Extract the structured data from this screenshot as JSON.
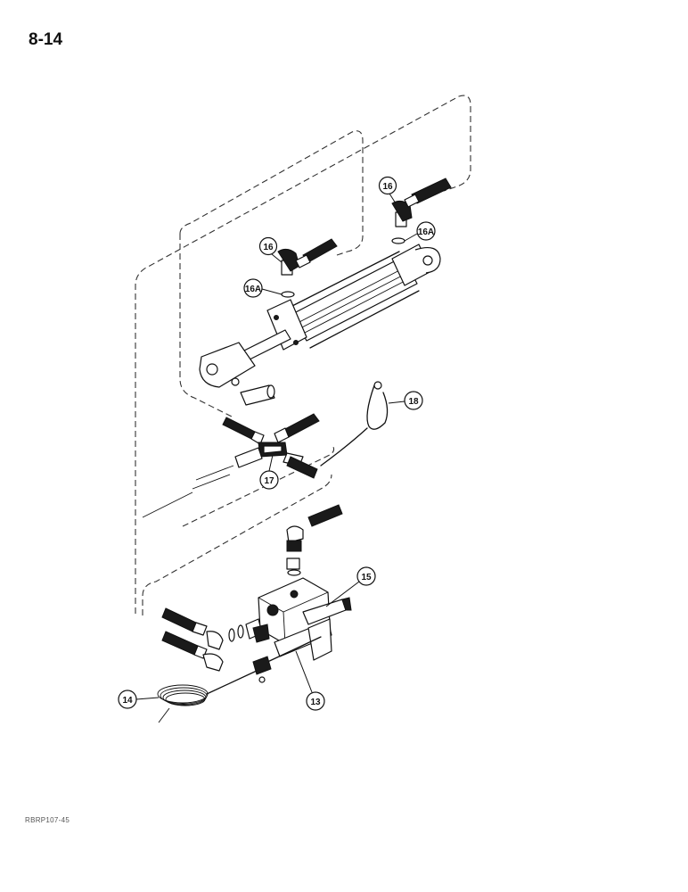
{
  "page": {
    "number": "8-14",
    "figure_code": "RBRP107-45"
  },
  "callouts": [
    {
      "id": "c13",
      "label": "13"
    },
    {
      "id": "c14",
      "label": "14"
    },
    {
      "id": "c15",
      "label": "15"
    },
    {
      "id": "c16a",
      "label": "16"
    },
    {
      "id": "c16b",
      "label": "16"
    },
    {
      "id": "c16Aa",
      "label": "16A"
    },
    {
      "id": "c16Ab",
      "label": "16A"
    },
    {
      "id": "c17",
      "label": "17"
    },
    {
      "id": "c18",
      "label": "18"
    }
  ]
}
